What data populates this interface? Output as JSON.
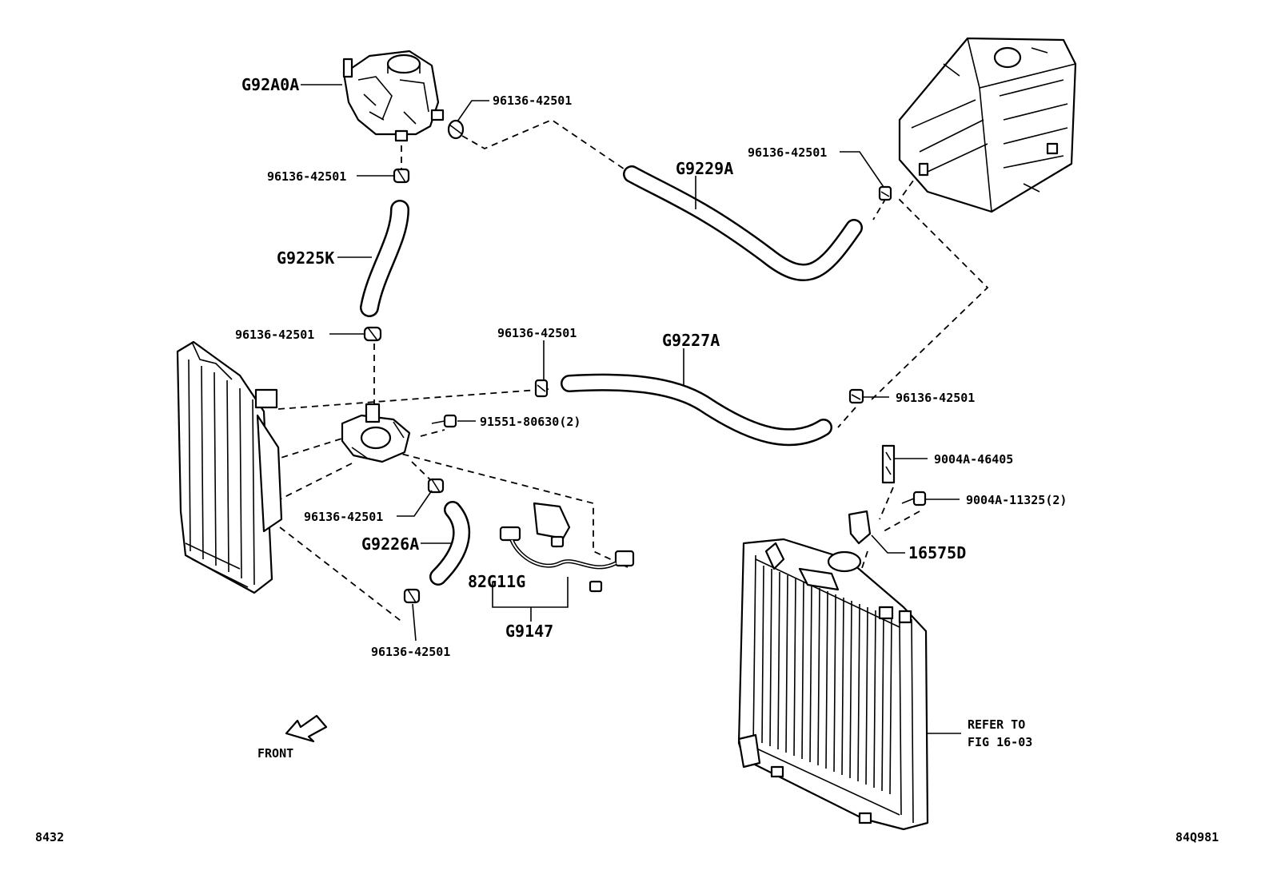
{
  "labels": {
    "reservoir": "G92A0A",
    "clamp_res_outlet": "96136-42501",
    "clamp_res_bottom": "96136-42501",
    "hose_upper_right": "G9229A",
    "clamp_inverter": "96136-42501",
    "hose_vertical": "G9225K",
    "clamp_pump_top": "96136-42501",
    "clamp_center": "96136-42501",
    "hose_middle": "G9227A",
    "clamp_right": "96136-42501",
    "bolt_pump": "91551-80630(2)",
    "bracket": "9004A-46405",
    "bolt_bracket": "9004A-11325(2)",
    "bracket_part": "16575D",
    "clamp_hose_lower": "96136-42501",
    "hose_lower": "G9226A",
    "harness_connector": "82G11G",
    "harness": "G9147",
    "clamp_bottom": "96136-42501",
    "refer_line1": "REFER TO",
    "refer_line2": "FIG 16-03",
    "front": "FRONT",
    "code_left": "8432",
    "code_right": "84Q981"
  }
}
